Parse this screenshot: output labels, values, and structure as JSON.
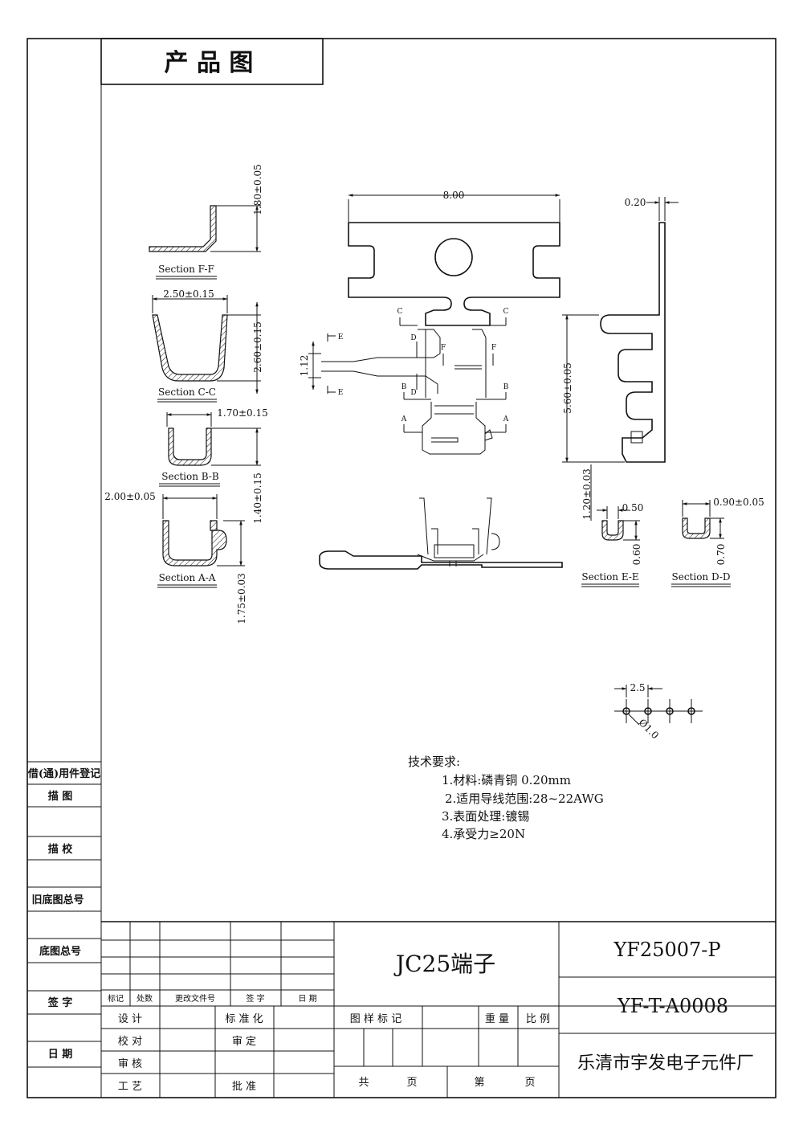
{
  "header": {
    "title": "产 品 图"
  },
  "sections": {
    "ff": {
      "label": "Section F-F",
      "dim_h": "1.80±0.05"
    },
    "cc": {
      "label": "Section C-C",
      "dim_w": "2.50±0.15",
      "dim_h": "2.60±0.15"
    },
    "bb": {
      "label": "Section B-B",
      "dim_w": "1.70±0.15",
      "dim_h": "1.40±0.15"
    },
    "aa": {
      "label": "Section A-A",
      "dim_w": "2.00±0.05",
      "dim_h": "1.75±0.03"
    },
    "ee": {
      "label": "Section E-E",
      "dim_w": "0.50",
      "dim_h": "0.60",
      "dim_v": "1.20±0.03"
    },
    "dd": {
      "label": "Section D-D",
      "dim_w": "0.90±0.05",
      "dim_h": "0.70"
    }
  },
  "main_view": {
    "width": "8.00",
    "height": "1.12",
    "markers": {
      "c": "C",
      "d": "D",
      "e": "E",
      "f": "F",
      "b": "B",
      "a": "A"
    }
  },
  "side_view": {
    "thickness": "0.20",
    "height": "5.60±0.05"
  },
  "pitch": {
    "pitch": "2.5",
    "hole": "Ø1.0"
  },
  "tech": {
    "heading": "技术要求:",
    "items": [
      "1.材料:磷青铜 0.20mm",
      "2.适用导线范围:28~22AWG",
      "3.表面处理:镀锡",
      "4.承受力≥20N"
    ]
  },
  "left_column": {
    "register": "借(通)用件登记",
    "trace": "描  图",
    "check": "描  校",
    "old_no": "旧底图总号",
    "base_no": "底图总号",
    "sign": "签  字",
    "date": "日  期"
  },
  "title_block": {
    "product_name": "JC25端子",
    "drawing_no": "YF25007-P",
    "doc_no": "YF-T-A0008",
    "company": "乐清市宇发电子元件厂",
    "rev_headers": [
      "标记",
      "处数",
      "更改文件号",
      "签 字",
      "日 期"
    ],
    "design": "设  计",
    "standardize": "标 准 化",
    "check": "校  对",
    "review": "审  定",
    "audit": "审  核",
    "process": "工  艺",
    "approve": "批  准",
    "sample_mark": "图 样 标 记",
    "weight": "重 量",
    "scale": "比 例",
    "total": "共",
    "page": "页",
    "no": "第",
    "page2": "页"
  }
}
